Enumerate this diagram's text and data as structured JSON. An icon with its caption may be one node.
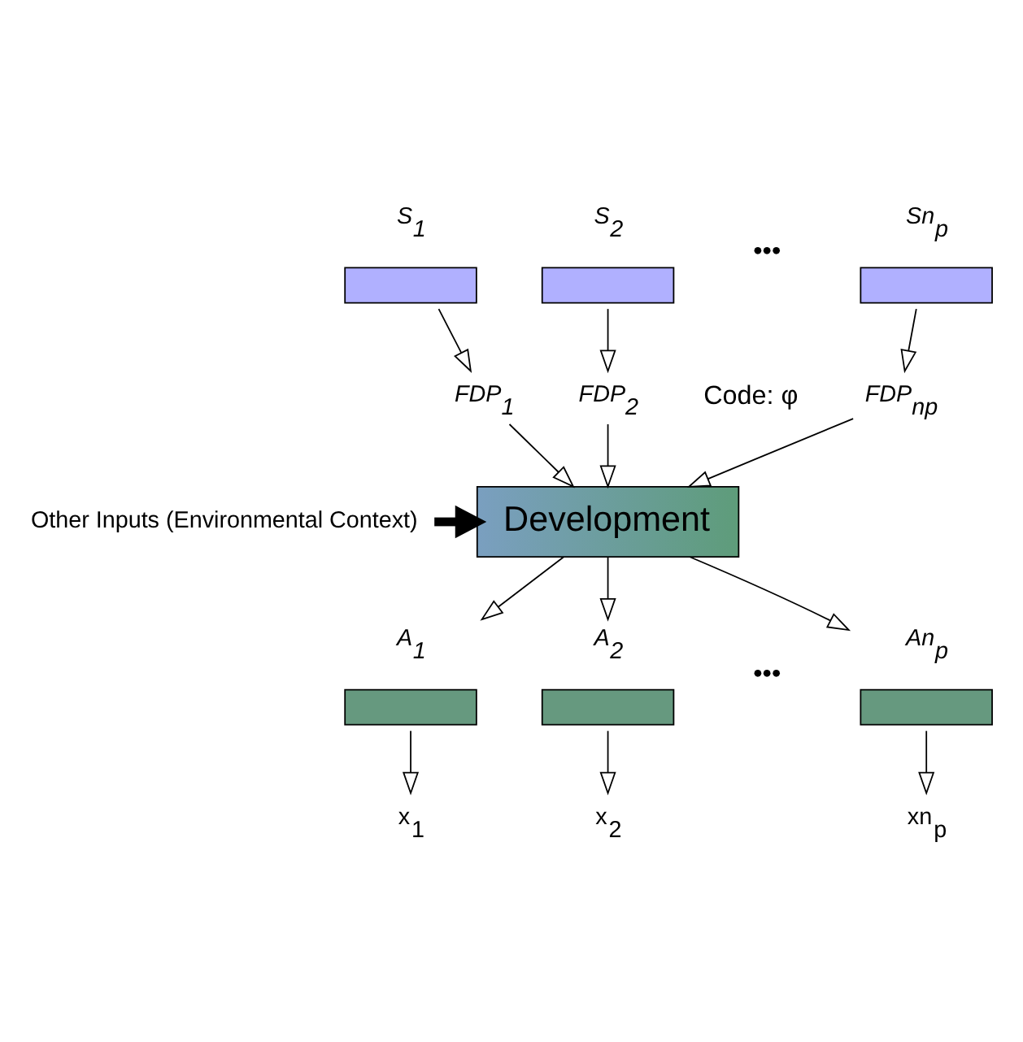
{
  "diagram": {
    "nodes": [
      {
        "text": [
          "S$_{1}$"
        ]
      },
      {
        "text": [
          "S$_{2}$"
        ]
      },
      {
        "text": [
          "Sn$_{p}$"
        ]
      },
      {
        "text": [
          "FDP$_{1}$"
        ]
      },
      {
        "text": [
          "FDP$_{2}$"
        ]
      },
      {
        "text": [
          "FDP$_{np}$"
        ]
      },
      {
        "text": [
          "Other Inputs (Environmental Context)"
        ]
      },
      {
        "text": [
          "Development"
        ]
      },
      {
        "text": [
          "A$_{1}$"
        ]
      },
      {
        "text": [
          "A$_{2}$"
        ]
      },
      {
        "text": [
          "An$_{p}$"
        ]
      },
      {
        "text": [
          "x$_{1}$"
        ]
      },
      {
        "text": [
          "x$_{2}$"
        ]
      },
      {
        "text": [
          "xn$_{p}$"
        ]
      }
    ],
    "edges": [
      {
        "from": 0,
        "to": 3,
        "arrow": "to"
      },
      {
        "from": 1,
        "to": 4,
        "arrow": "to"
      },
      {
        "from": 2,
        "to": 5,
        "arrow": "to"
      },
      {
        "from": 3,
        "to": 7,
        "arrow": "to"
      },
      {
        "from": 4,
        "to": 7,
        "arrow": "to"
      },
      {
        "from": 5,
        "to": 7,
        "arrow": "to"
      },
      {
        "from": 6,
        "to": 7,
        "arrow": "to",
        "style": "thick"
      },
      {
        "from": 7,
        "to": 8,
        "arrow": "to"
      },
      {
        "from": 7,
        "to": 9,
        "arrow": "to"
      },
      {
        "from": 7,
        "to": 10,
        "arrow": "to"
      },
      {
        "from": 8,
        "to": 11,
        "arrow": "to"
      },
      {
        "from": 9,
        "to": 12,
        "arrow": "to"
      },
      {
        "from": 10,
        "to": 13,
        "arrow": "to"
      }
    ],
    "labels": [
      "•••",
      "Code: φ",
      "•••"
    ]
  }
}
